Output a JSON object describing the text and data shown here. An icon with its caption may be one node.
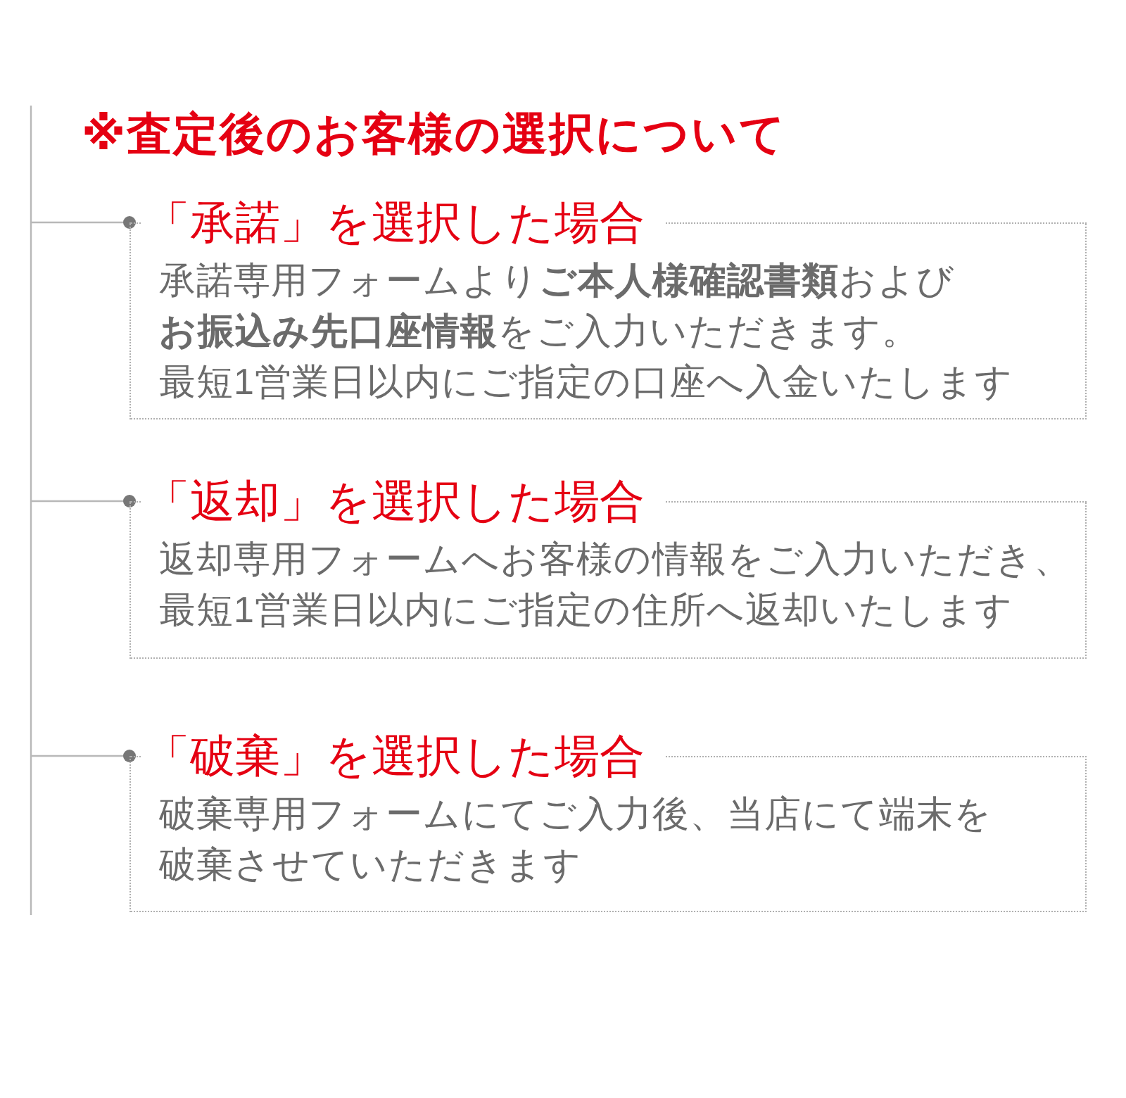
{
  "diagram": {
    "title": "※査定後のお客様の選択について",
    "nodes": [
      {
        "text": [
          "「承諾」を選択した場合",
          "承諾専用フォームより**ご本人様確認書類**および**お振込み先口座情報**をご入力いただきます。",
          "最短1営業日以内にご指定の口座へ入金いたします"
        ]
      },
      {
        "text": [
          "「返却」を選択した場合",
          "返却専用フォームへお客様の情報をご入力いただき、最短1営業日以内にご指定の住所へ返却いたします"
        ]
      },
      {
        "text": [
          "「破棄」を選択した場合",
          "破棄専用フォームにてご入力後、当店にて端末を破棄させていただきます"
        ]
      }
    ],
    "edges": [
      {
        "from": null,
        "to": 0,
        "arrow": "other"
      },
      {
        "from": null,
        "to": 1,
        "arrow": "other"
      },
      {
        "from": null,
        "to": 2,
        "arrow": "other"
      }
    ]
  }
}
